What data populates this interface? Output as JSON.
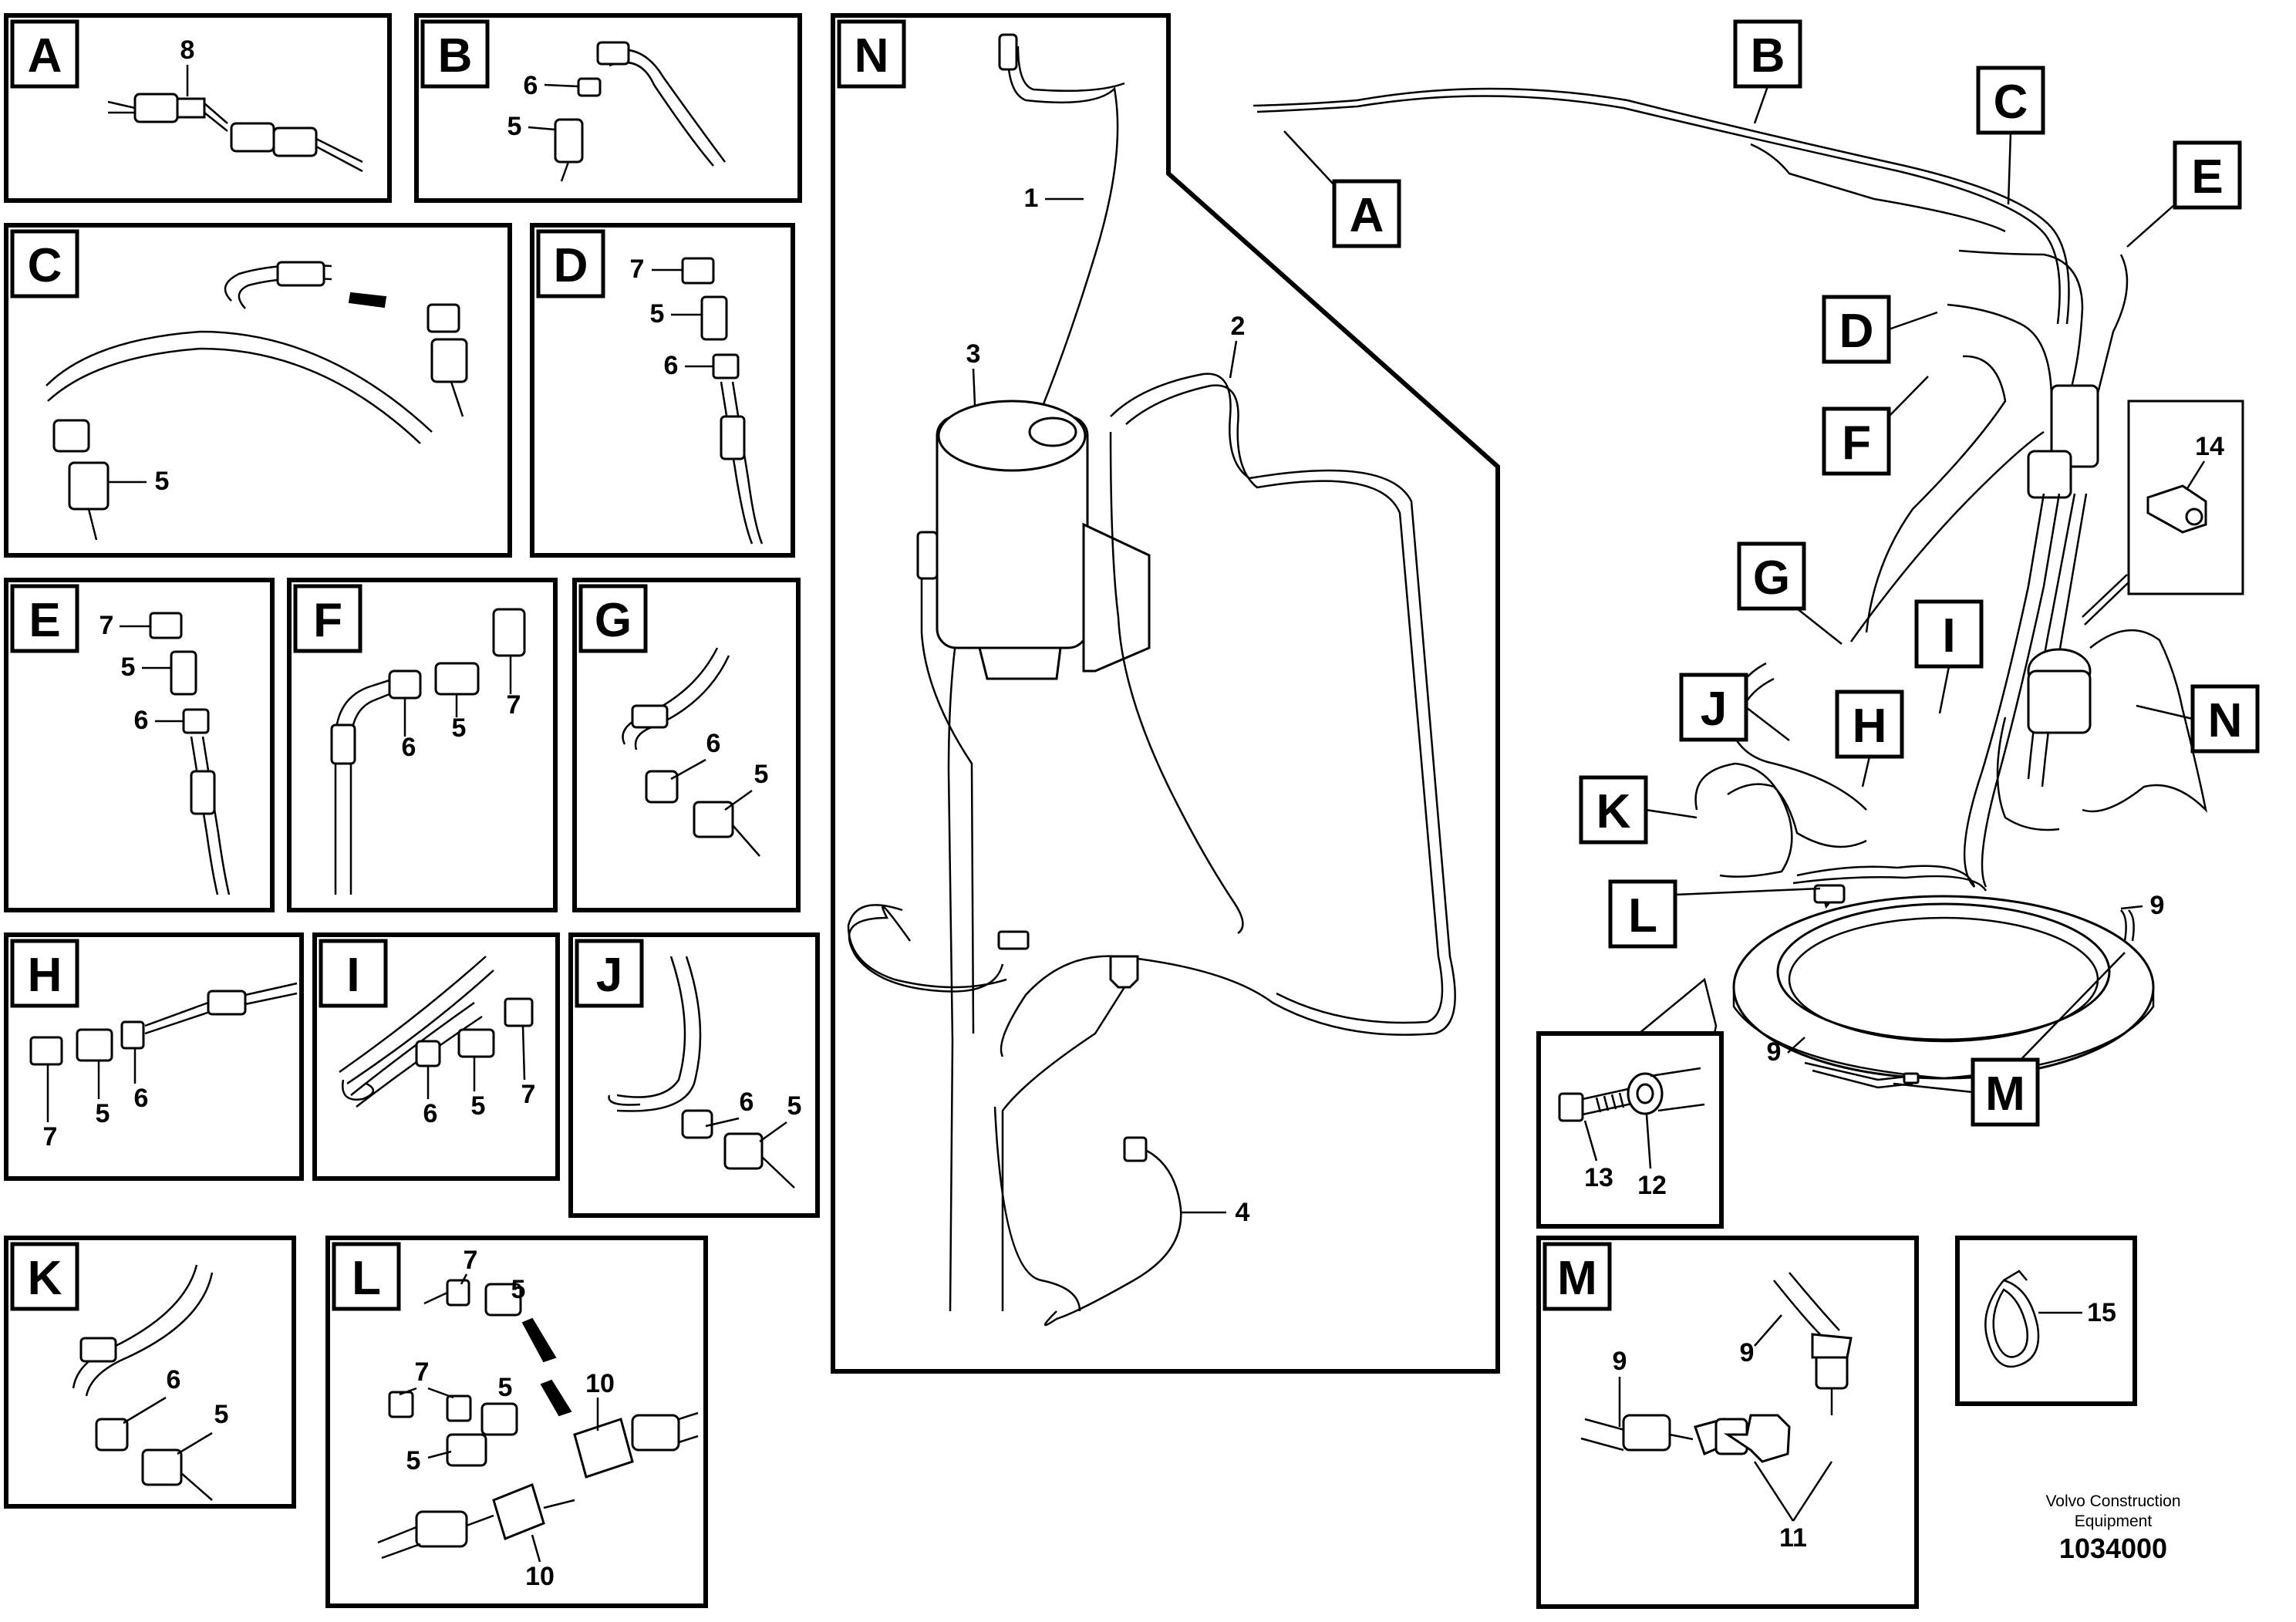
{
  "panels": {
    "A": {
      "tag": "A",
      "items": [
        "8"
      ]
    },
    "B": {
      "tag": "B",
      "items": [
        "6",
        "5"
      ]
    },
    "C": {
      "tag": "C",
      "items": [
        "5"
      ]
    },
    "D": {
      "tag": "D",
      "items": [
        "7",
        "5",
        "6"
      ]
    },
    "E": {
      "tag": "E",
      "items": [
        "7",
        "5",
        "6"
      ]
    },
    "F": {
      "tag": "F",
      "items": [
        "6",
        "5",
        "7"
      ]
    },
    "G": {
      "tag": "G",
      "items": [
        "6",
        "5"
      ]
    },
    "H": {
      "tag": "H",
      "items": [
        "7",
        "5",
        "6"
      ]
    },
    "I": {
      "tag": "I",
      "items": [
        "6",
        "5",
        "7"
      ]
    },
    "J": {
      "tag": "J",
      "items": [
        "6",
        "5"
      ]
    },
    "K": {
      "tag": "K",
      "items": [
        "6",
        "5"
      ]
    },
    "L": {
      "tag": "L",
      "items": [
        "7",
        "5",
        "7",
        "5",
        "5",
        "10",
        "10"
      ]
    },
    "N": {
      "tag": "N",
      "items": [
        "1",
        "2",
        "3",
        "4"
      ]
    },
    "M": {
      "tag": "M",
      "items": [
        "9",
        "9",
        "11"
      ]
    },
    "bolt": {
      "items": [
        "13",
        "12"
      ]
    },
    "bracket": {
      "items": [
        "14"
      ]
    },
    "tie": {
      "items": [
        "15"
      ]
    }
  },
  "overview": {
    "callouts": [
      "A",
      "B",
      "C",
      "D",
      "E",
      "F",
      "G",
      "H",
      "I",
      "J",
      "K",
      "L",
      "M",
      "N"
    ],
    "items": [
      "9",
      "9"
    ]
  },
  "footer": {
    "brand": "Volvo Construction",
    "brand_sub": "Equipment",
    "doc_number": "1034000"
  }
}
